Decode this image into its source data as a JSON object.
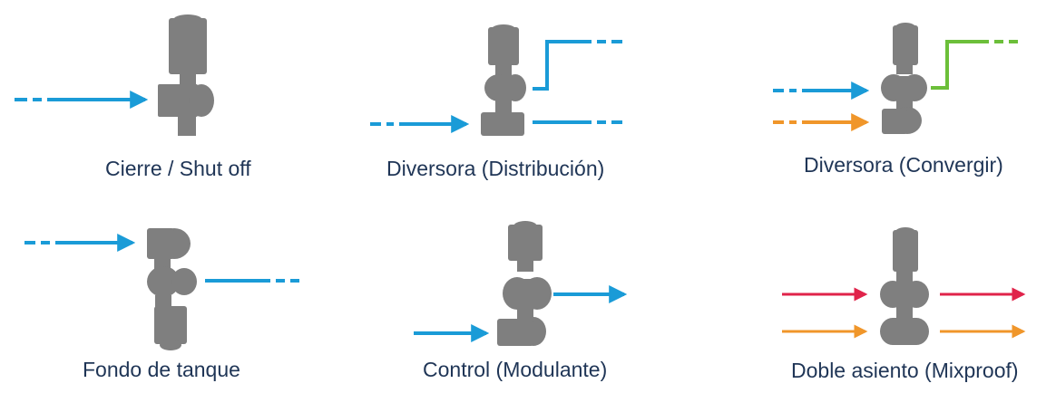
{
  "colors": {
    "valve": "#7f7f7f",
    "flow_blue": "#1a9bd7",
    "flow_green": "#6cbf3a",
    "flow_orange": "#f0962a",
    "flow_red": "#e0234a",
    "caption": "#1f3556"
  },
  "valves": [
    {
      "caption": "Cierre / Shut off"
    },
    {
      "caption": "Diversora (Distribución)"
    },
    {
      "caption": "Diversora (Convergir)"
    },
    {
      "caption": "Fondo de tanque"
    },
    {
      "caption": "Control (Modulante)"
    },
    {
      "caption": "Doble asiento (Mixproof)"
    }
  ]
}
